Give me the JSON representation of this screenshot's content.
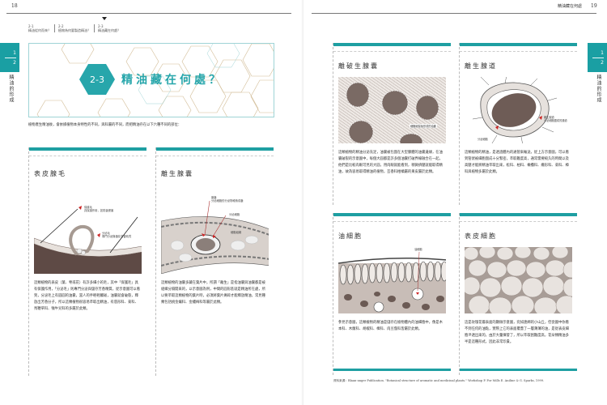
{
  "left_page": {
    "page_number": "18",
    "breadcrumbs": [
      {
        "num": "2-1",
        "label": "精油從何而來？"
      },
      {
        "num": "2-2",
        "label": "植物為何要製造精油？"
      },
      {
        "num": "2-3",
        "label": "精油藏在何處？"
      }
    ],
    "side_tab": {
      "line1": "1",
      "line2": "2",
      "label": "精油的形成"
    },
    "section": {
      "number": "2-3",
      "title": "精油藏在何處？"
    },
    "intro": "植物產生精油後，會依據植物本身特性的不同，與科屬的不同，而把精油存在以下六種不同的部位：",
    "cards": [
      {
        "title": "表皮腺毛",
        "labels": [
          "保護毛",
          "具保護作用，如防蟲侵害",
          "分泌毛",
          "專門分泌與儲存芳香精質"
        ],
        "text": "這類植物的表皮（葉、萼或花）有許多細小的毛，其中「保護毛」具有保護作用，「分泌毛」則專門分泌與儲存芳香精質，從示意圖可以看到，分泌毛上有圓圓的油囊，當人的手輕輕觸碰，油囊就會破裂，釋放出芳香分子，所以這類植物很容易萃取出精油，有唇形科、菊科、馬鞭草科、牻牛兒科的多屬於此類。"
      },
      {
        "title": "離生腺囊",
        "labels": [
          "腺囊",
          "分泌細胞的分泌物堆積成囊",
          "分泌細胞",
          "細胞組織"
        ],
        "text": "這類植物的油囊多藏在葉片中，所謂「離生」是指油囊與油囊都是被組織分隔開來的，以示意圖為例，中間的圓形區就是精油所在處，所以要萃取這類植物的葉片時，必須將葉片搗碎才能釋放精油，常見種類包括桃金孃科、金縷梅科等屬於此類。"
      }
    ]
  },
  "right_page": {
    "page_number": "19",
    "running_title": "精油藏在何處",
    "side_tab": {
      "line1": "1",
      "line2": "2",
      "label": "精油的形成"
    },
    "cards": [
      {
        "title": "離破生腺囊",
        "labels": [
          "細胞破裂後形成的油囊"
        ],
        "text": "這類植物的精油分泌充足，油囊被包圍在大型腺體的油囊邊緣，在油囊破裂的示意圖中，每個大圓都是許多個油囊打破界線融合在一起，他們是比較肉眼可見的大圓，用肉眼就能看到，稍微擠壓就能取得精油，故為容易取得精油的植物，芸香科柑橘屬的果皮屬於此類。"
      },
      {
        "title": "離生腺道",
        "labels": [
          "離生腺道",
          "分泌細胞圍成的通道",
          "分泌細胞"
        ],
        "text": "這類植物的精油，是透過體內的通管來輸送，從上方示意圖，可以看到管狀被細胞圍成十分緊密，萃取難度高，通常需要較久的時間以及高壓才能將精油萃取出來，松科、柏科、橄欖科、繖形科、菊科、樟科與植物多屬於此類。"
      },
      {
        "title": "油細胞",
        "labels": [
          "油細胞"
        ],
        "text": "參見示意圖，這類植物的精油是儲存在植物體內的油細胞中，像是木本科、木蘭科、胡椒科、樟科、肉豆蔻科皆屬於此類。"
      },
      {
        "title": "表皮細胞",
        "labels": [],
        "text": "這是玫瑰花瓣表面的顯微示意圖，宛如連綿的小山丘，但從圖中你看不到任何的油點，實際上它的表面覆蓋了一層薄薄的油，是從表皮細胞滲透出來的，由於大量揮發了，所以萃取困難度高，花朵類精油多半是這種形式，因此非常珍貴。"
      }
    ],
    "footnote": "資料來源：Blaan-anger Publication. \"Botanical structure of aromatic and medicinal plants.\" Workshop P. For Mills E. Aniline & G. Sparks, 1999."
  },
  "colors": {
    "accent": "#1e9fa2",
    "title_teal": "#27a6ab",
    "hex_line": "#c9b28a",
    "body_text": "#333333"
  }
}
